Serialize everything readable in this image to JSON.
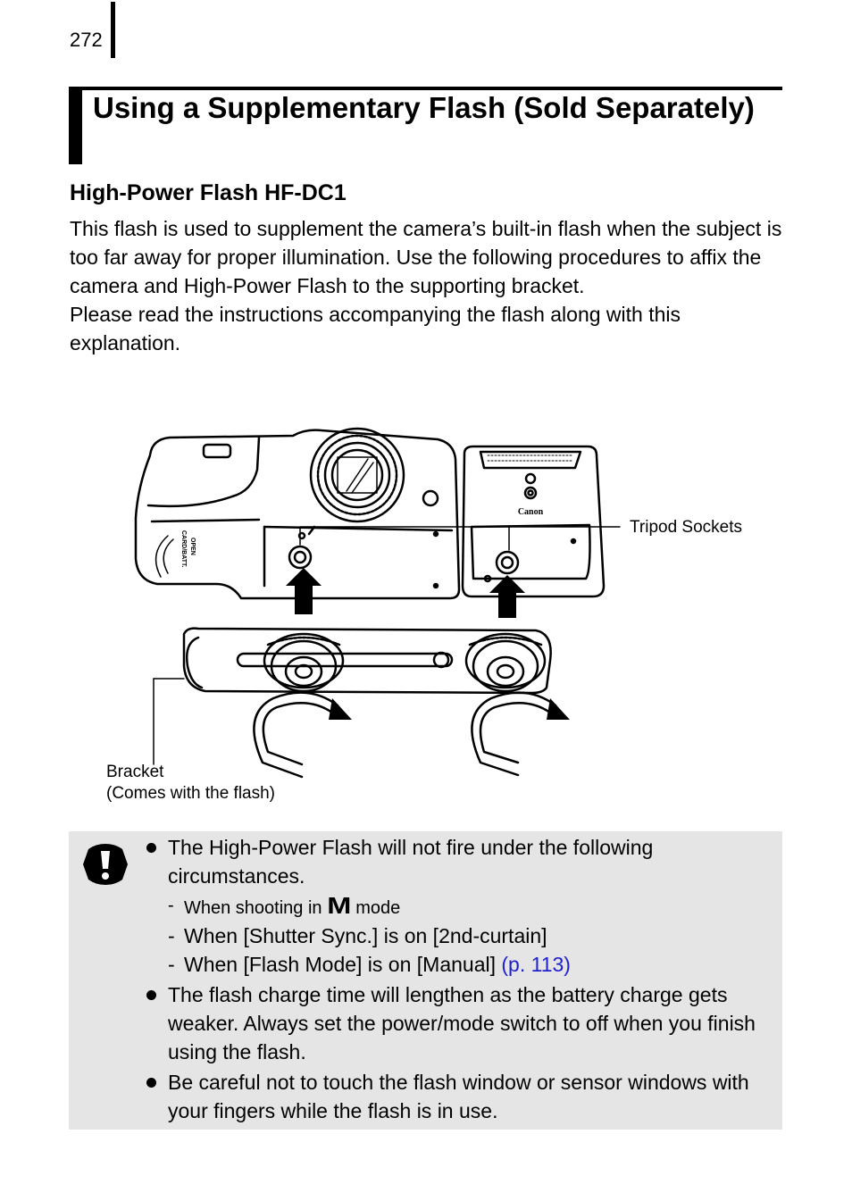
{
  "page": {
    "number": "272"
  },
  "section": {
    "title": "Using a Supplementary Flash (Sold Separately)"
  },
  "subheading": "High-Power Flash HF-DC1",
  "intro": {
    "paragraph_1": "This flash is used to supplement the camera’s built-in flash when the subject is too far away for proper illumination. Use the following procedures to affix the camera and High-Power Flash to the supporting bracket.",
    "paragraph_2": "Please read the instructions accompanying the flash along with this explanation."
  },
  "figure": {
    "label_tripod": "Tripod Sockets",
    "label_bracket_1": "Bracket",
    "label_bracket_2": "(Comes with the flash)",
    "brand_mark": "Canon",
    "door_text_1": "CARD/BATT.",
    "door_text_2": "OPEN"
  },
  "caution": {
    "icon": "caution-icon",
    "bullet_1": "The High-Power Flash will not fire under the following circumstances.",
    "sub_1_prefix": "When shooting in",
    "sub_1_mode": "M",
    "sub_1_suffix": "mode",
    "sub_2": "When [Shutter Sync.] is on [2nd-curtain]",
    "sub_3": "When [Flash Mode] is on [Manual]",
    "sub_3_link": "(p. 113)",
    "bullet_2": "The flash charge time will lengthen as the battery charge gets weaker. Always set the power/mode switch to off when you finish using the flash.",
    "bullet_3": "Be careful not to touch the flash window or sensor windows with your fingers while the flash is in use."
  },
  "colors": {
    "link": "#1f1fd0",
    "caution_bg": "#e5e5e5"
  }
}
